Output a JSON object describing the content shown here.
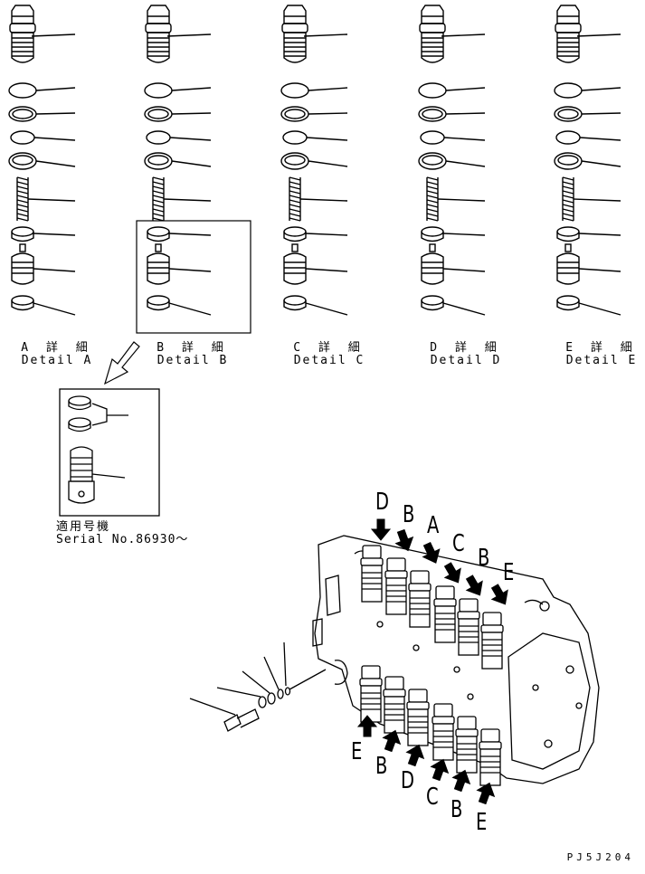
{
  "details": [
    {
      "jp": "A 詳 細",
      "en": "Detail A"
    },
    {
      "jp": "B 詳 細",
      "en": "Detail B"
    },
    {
      "jp": "C 詳 細",
      "en": "Detail C"
    },
    {
      "jp": "D 詳 細",
      "en": "Detail D"
    },
    {
      "jp": "E 詳 細",
      "en": "Detail E"
    }
  ],
  "inset": {
    "jp": "適用号機",
    "serial": "Serial No.86930～"
  },
  "section_letters": {
    "top": [
      "D",
      "B",
      "A",
      "C",
      "B",
      "E"
    ],
    "bottom": [
      "E",
      "B",
      "D",
      "C",
      "B",
      "E"
    ]
  },
  "drawing_code": "PJ5J204"
}
